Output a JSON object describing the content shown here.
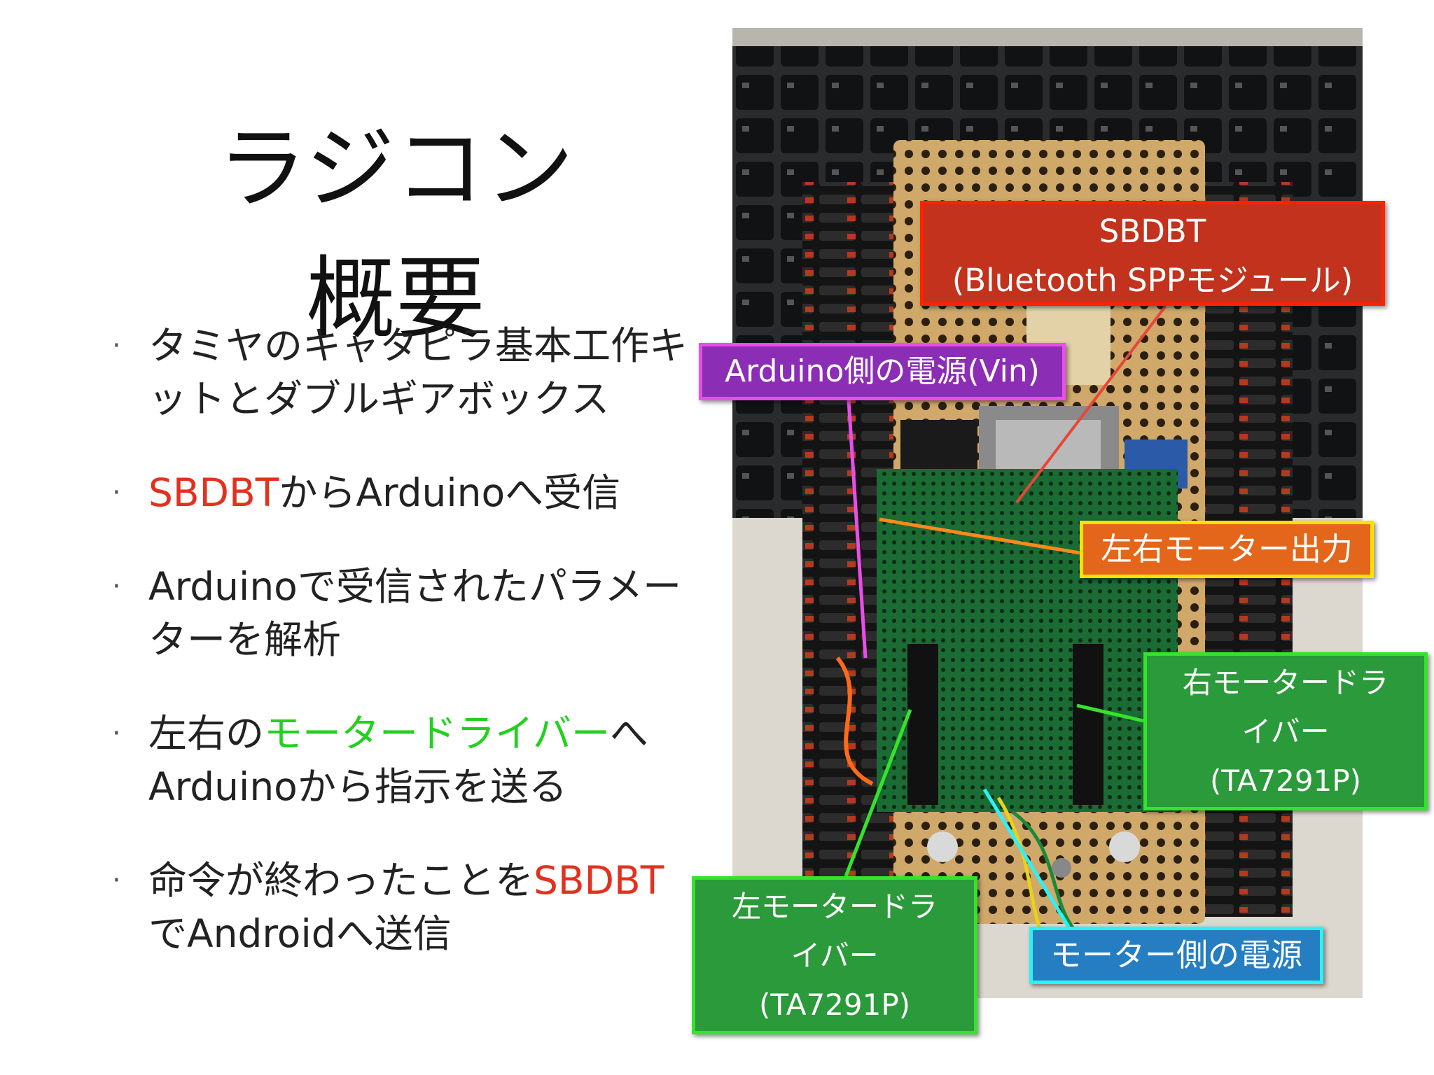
{
  "title": {
    "line1": "ラジコン",
    "line2": "概要"
  },
  "bullets": [
    {
      "parts": [
        {
          "text": "タミヤのキャタピラ基本工作キットとダブルギアボックス",
          "color": "default"
        }
      ]
    },
    {
      "parts": [
        {
          "text": "SBDBT",
          "color": "red"
        },
        {
          "text": "からArduinoへ受信",
          "color": "default"
        }
      ]
    },
    {
      "parts": [
        {
          "text": "Arduinoで受信されたパラメーターを解析",
          "color": "default"
        }
      ]
    },
    {
      "parts": [
        {
          "text": "左右の",
          "color": "default"
        },
        {
          "text": "モータードライバー",
          "color": "green"
        },
        {
          "text": "へArduinoから指示を送る",
          "color": "default"
        }
      ]
    },
    {
      "parts": [
        {
          "text": "命令が終わったことを",
          "color": "default"
        },
        {
          "text": "SBDBT",
          "color": "red"
        },
        {
          "text": "でAndroidへ送信",
          "color": "default"
        }
      ]
    }
  ],
  "callouts": {
    "sbdbt": {
      "line1": "SBDBT",
      "line2": "(Bluetooth SPPモジュール)"
    },
    "vin": {
      "text": "Arduino側の電源(Vin)"
    },
    "lr_output": {
      "text": "左右モーター出力"
    },
    "right_driver": {
      "line1": "右モータードラ",
      "line2": "イバー",
      "line3": "(TA7291P)"
    },
    "left_driver": {
      "line1": "左モータードラ",
      "line2": "イバー",
      "line3": "(TA7291P)"
    },
    "motor_power": {
      "text": "モーター側の電源"
    }
  },
  "colors": {
    "highlight_red": "#e0321e",
    "highlight_green": "#22d11e",
    "callout_sbdbt": "#c2321c",
    "callout_vin": "#8c2db5",
    "callout_lr_output": "#e3661b",
    "callout_driver": "#2a9a3a",
    "callout_motor_power": "#257ec1"
  }
}
